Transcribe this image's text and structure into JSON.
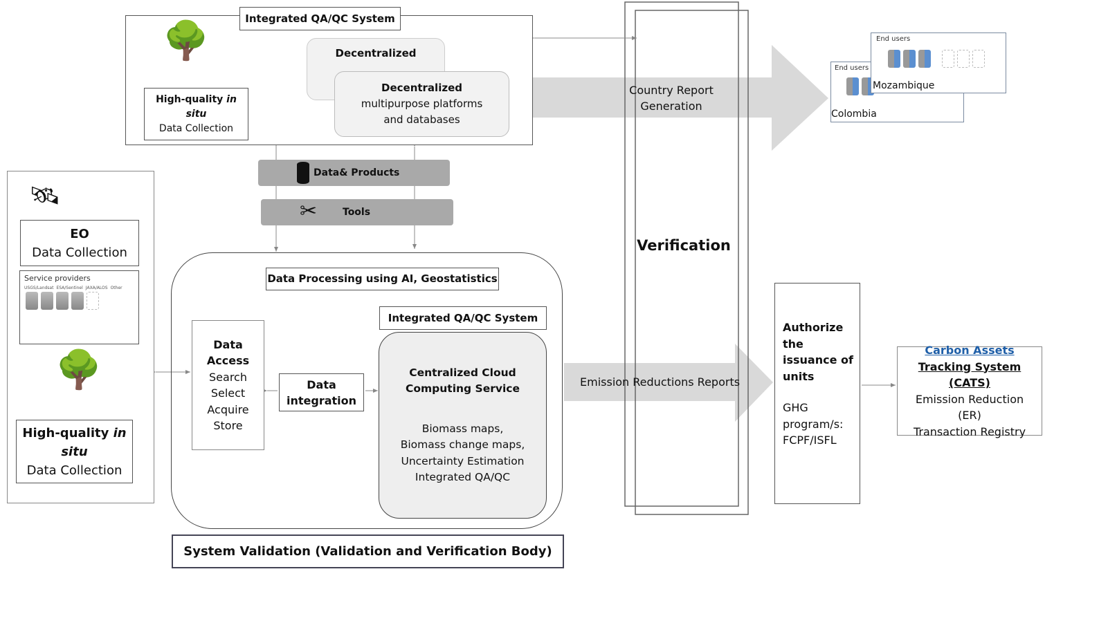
{
  "top_system": {
    "title": "Integrated QA/QC System",
    "insitu": {
      "line1": "High-quality ",
      "line1_italic": "in",
      "line2_italic": "situ",
      "line3": "Data Collection"
    },
    "decentralized_back": "Decentralized",
    "decentralized_front": {
      "title": "Decentralized",
      "line2": "multipurpose platforms",
      "line3": "and databases"
    }
  },
  "bars": {
    "data_products": "Data& Products",
    "tools": "Tools"
  },
  "left_panel": {
    "eo": {
      "title": "EO",
      "subtitle": "Data Collection"
    },
    "service_providers": {
      "title": "Service providers",
      "labels": [
        "USGS/Landsat",
        "ESA/Sentinel",
        "JAXA/ALOS",
        "Other"
      ]
    },
    "insitu": {
      "line1": "High-quality ",
      "line1_italic": "in",
      "line2_italic": "situ",
      "line3": "Data Collection"
    }
  },
  "processing": {
    "title": "Data Processing using AI, Geostatistics",
    "data_access": [
      "Data",
      "Access",
      "Search",
      "Select",
      "Acquire",
      "Store"
    ],
    "data_integration": [
      "Data",
      "integration"
    ],
    "qaqc_label": "Integrated QA/QC System",
    "cloud": {
      "title1": "Centralized Cloud",
      "title2": "Computing Service",
      "items": [
        "Biomass maps,",
        "Biomass change maps,",
        "Uncertainty Estimation",
        "Integrated QA/QC"
      ]
    }
  },
  "system_validation": "System Validation (Validation and Verification Body)",
  "verification": "Verification",
  "country_report": [
    "Country Report",
    "Generation"
  ],
  "end_users": [
    {
      "label": "End users",
      "country": "Colombia"
    },
    {
      "label": "End users",
      "country": "Mozambique"
    }
  ],
  "emission_reports": "Emission Reductions Reports",
  "authorize": {
    "title": [
      "Authorize",
      "the",
      "issuance of",
      "units"
    ],
    "program": [
      "GHG",
      "program/s:",
      "FCPF/ISFL"
    ]
  },
  "cats": {
    "link": "Carbon Assets",
    "title": "Tracking System (CATS)",
    "lines": [
      "Emission Reduction",
      "(ER)",
      "Transaction Registry"
    ]
  },
  "colors": {
    "arrow_fill": "#d9d9d9",
    "bar_fill": "#a9a9a9",
    "link": "#1f5fa8"
  }
}
